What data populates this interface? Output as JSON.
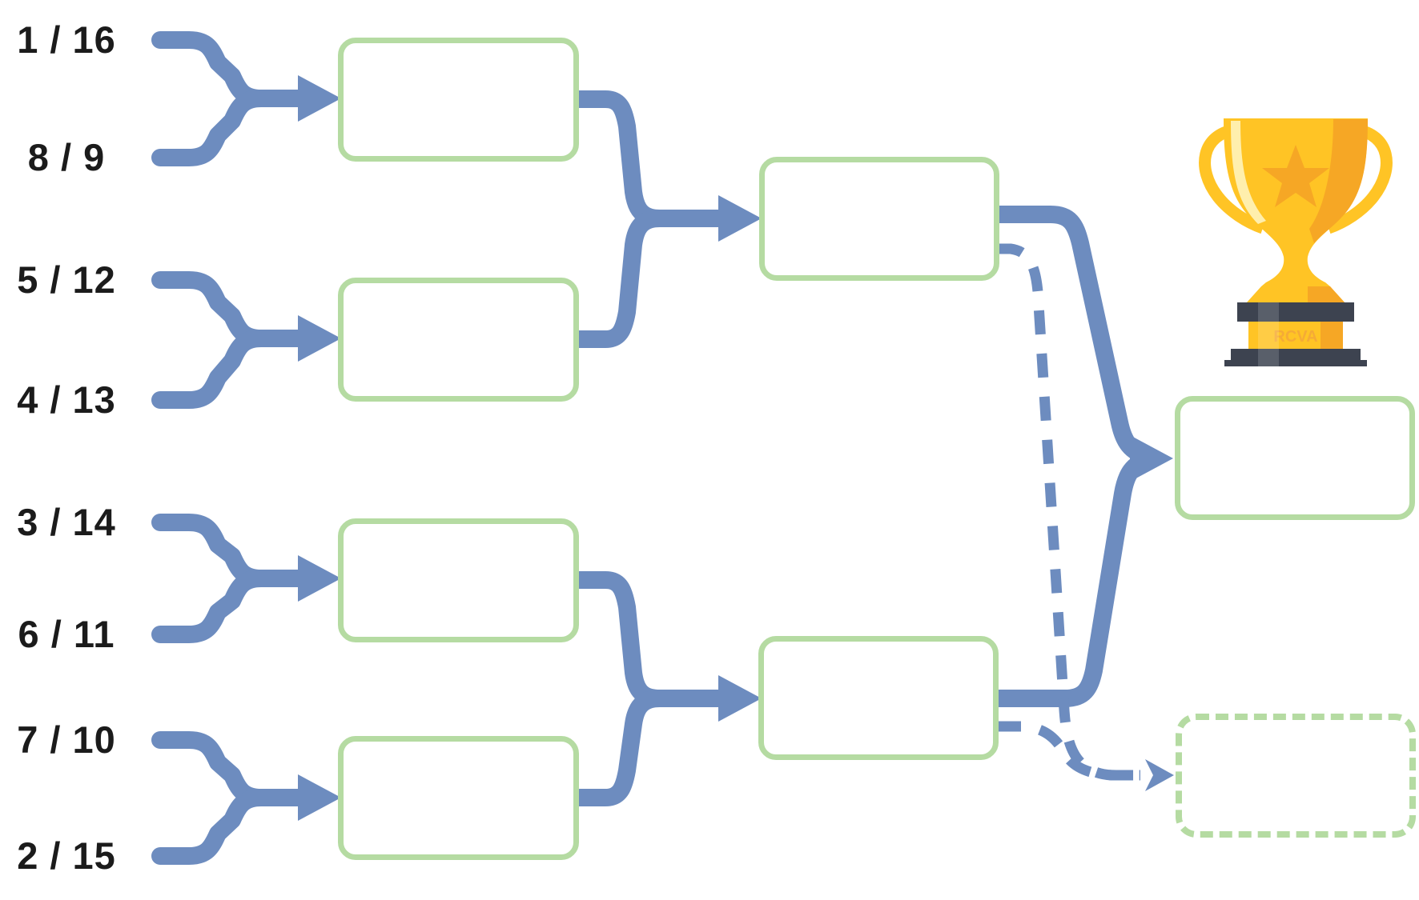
{
  "diagram": {
    "type": "tournament-bracket",
    "teams": 16,
    "rounds": [
      "round-of-16-seeds",
      "quarterfinals",
      "semifinals",
      "final",
      "third-place"
    ]
  },
  "seeds": [
    {
      "label": "1 / 16"
    },
    {
      "label": "8 / 9"
    },
    {
      "label": "5 / 12"
    },
    {
      "label": "4 / 13"
    },
    {
      "label": "3 / 14"
    },
    {
      "label": "6 / 11"
    },
    {
      "label": "7 / 10"
    },
    {
      "label": "2 / 15"
    }
  ],
  "matches": {
    "quarterfinals": [
      {
        "value": ""
      },
      {
        "value": ""
      },
      {
        "value": ""
      },
      {
        "value": ""
      }
    ],
    "semifinals": [
      {
        "value": ""
      },
      {
        "value": ""
      }
    ],
    "final": {
      "value": ""
    },
    "third_place": {
      "value": ""
    }
  },
  "trophy": {
    "plaque_text": "RCVA"
  },
  "colors": {
    "connector_blue": "#6d8cbf",
    "box_green": "#b5dba2",
    "label_black": "#1b1b1b",
    "trophy_gold": "#ffc425",
    "trophy_orange": "#f6a725",
    "trophy_base_dark": "#3d4350"
  }
}
